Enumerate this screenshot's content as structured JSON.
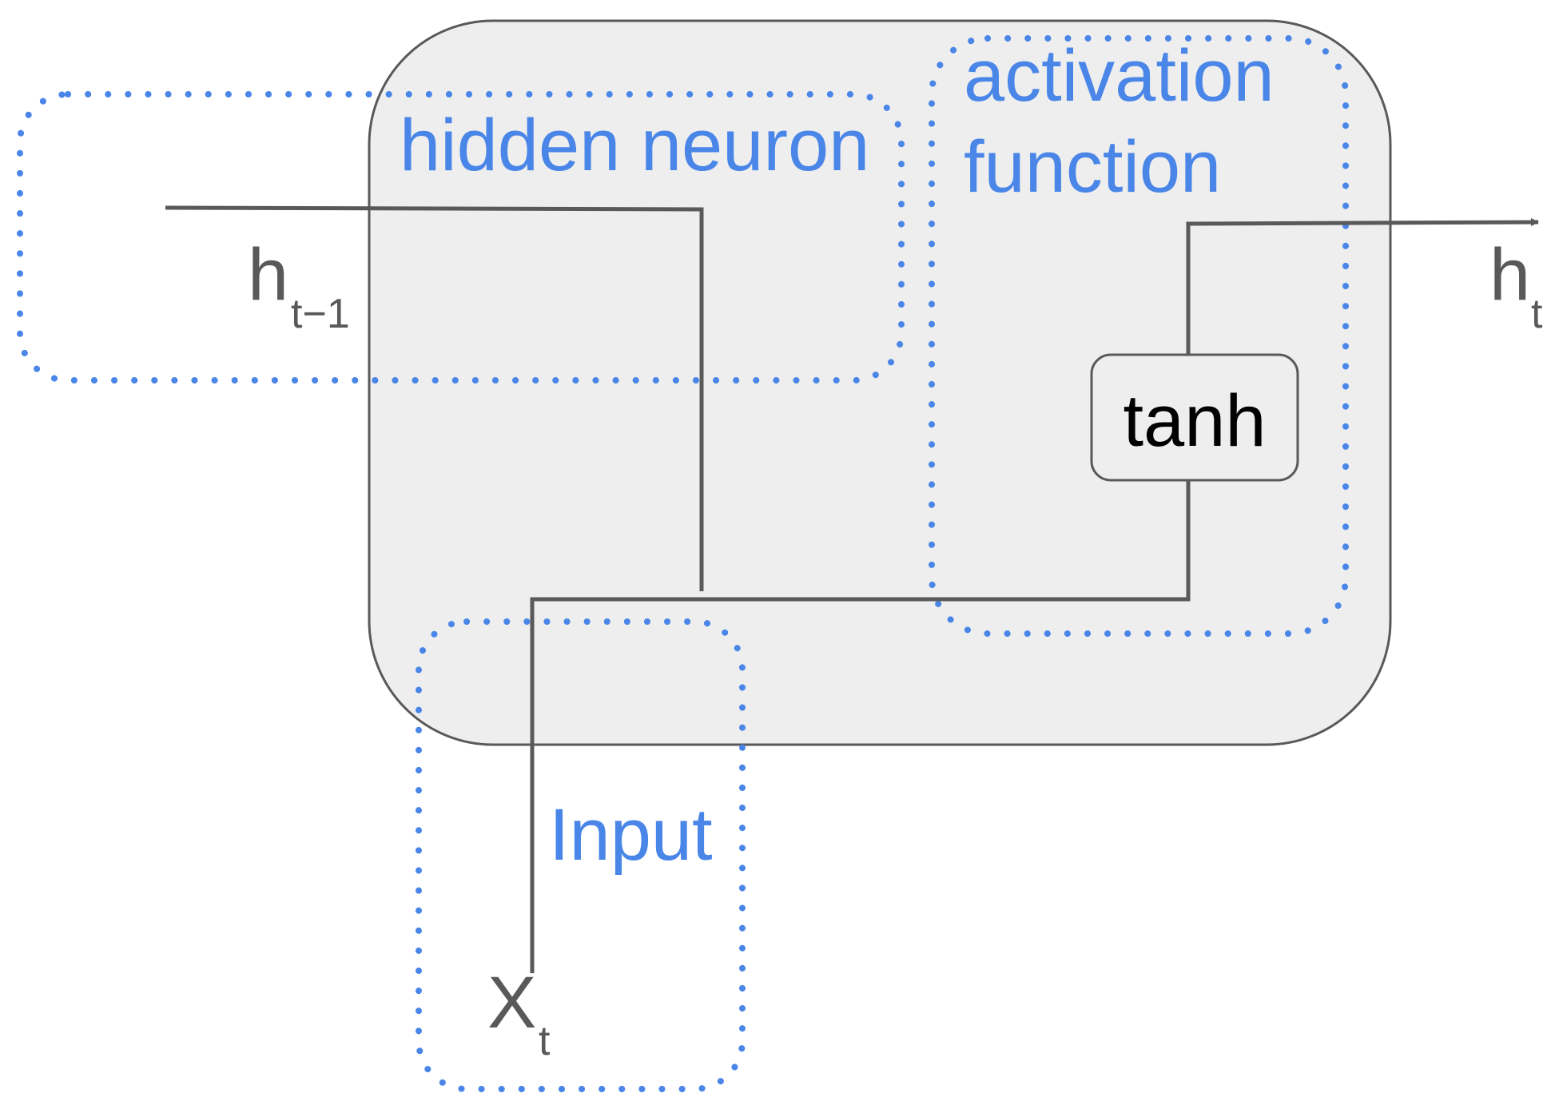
{
  "groups": {
    "hidden_neuron": "hidden neuron",
    "activation_function_line1": "activation",
    "activation_function_line2": "function",
    "input": "Input"
  },
  "variables": {
    "h_prev": {
      "base": "h",
      "subscript": "t−1"
    },
    "h_t": {
      "base": "h",
      "subscript": "t"
    },
    "x_t": {
      "base": "X",
      "subscript": "t"
    }
  },
  "nodes": {
    "tanh": "tanh"
  },
  "colors": {
    "group_outline": "#4a86e8",
    "cell_fill": "#eeeeee",
    "cell_border": "#595959",
    "wire": "#595959"
  }
}
